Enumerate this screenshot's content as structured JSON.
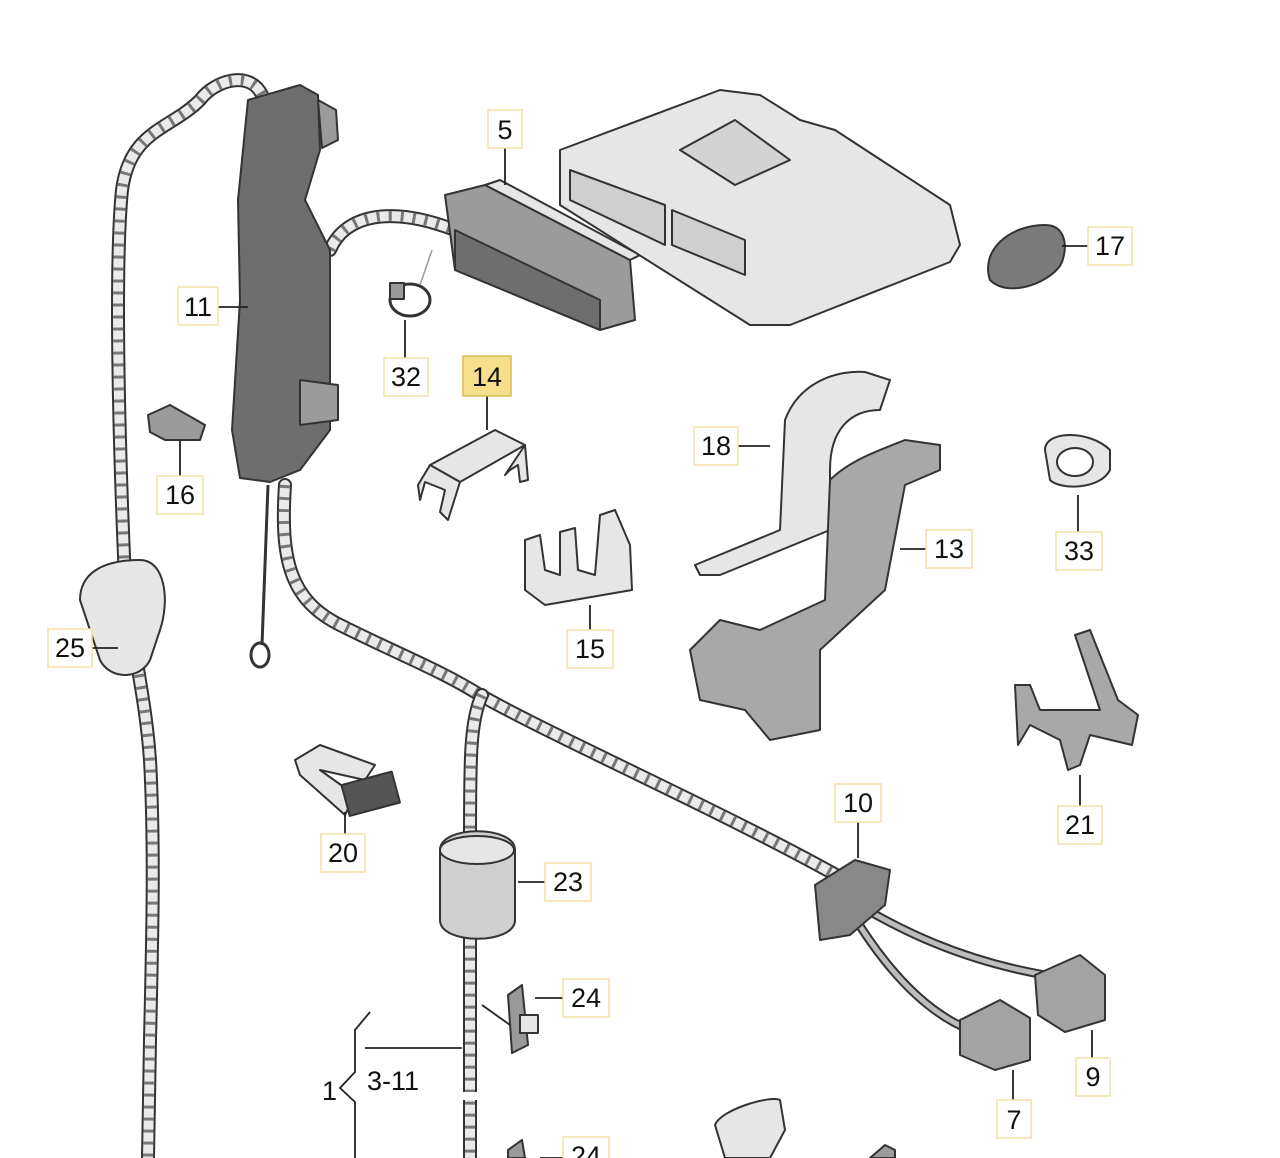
{
  "diagram": {
    "callouts": {
      "c1": "1",
      "c3_11": "3-11",
      "c5": "5",
      "c7": "7",
      "c9": "9",
      "c10": "10",
      "c11": "11",
      "c13": "13",
      "c14": "14",
      "c15": "15",
      "c16": "16",
      "c17": "17",
      "c18": "18",
      "c20": "20",
      "c21": "21",
      "c23": "23",
      "c24a": "24",
      "c24b": "24",
      "c25": "25",
      "c32": "32",
      "c33": "33"
    },
    "highlighted_part": "14",
    "colors": {
      "highlight": "#f6df8a",
      "callout_border": "#f2dfa8",
      "line": "#222222"
    }
  }
}
